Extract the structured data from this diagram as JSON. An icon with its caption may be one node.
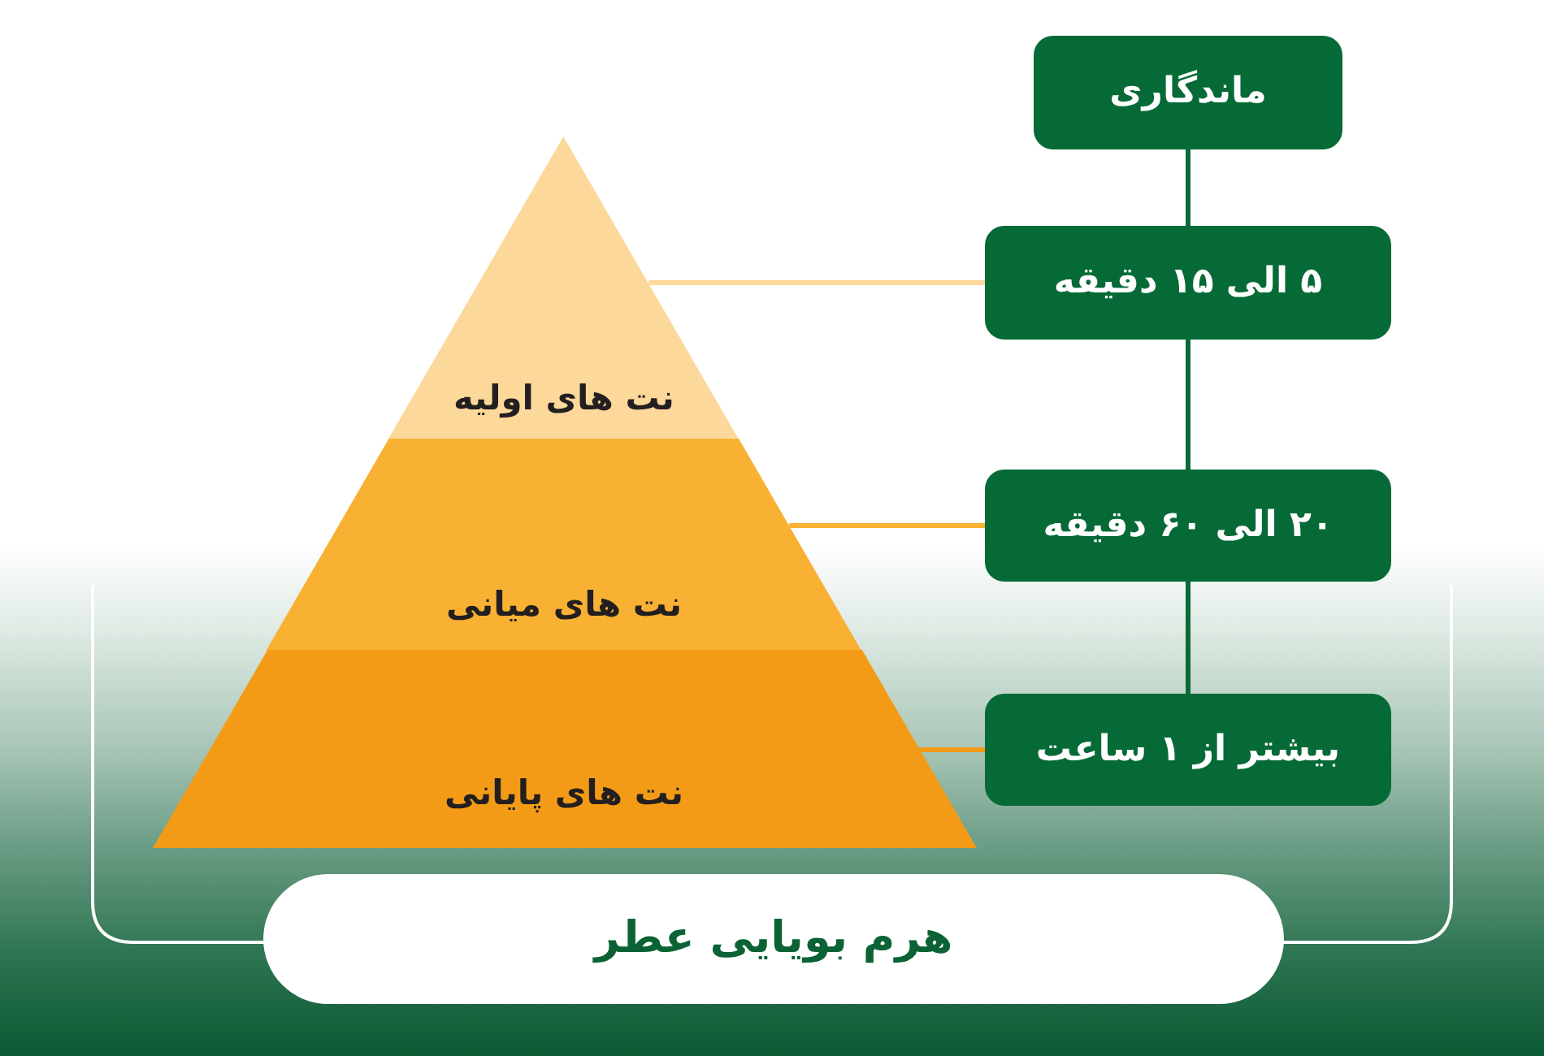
{
  "diagram": {
    "nodes": [
      {
        "text": [
          "ماندگاری"
        ]
      },
      {
        "text": [
          "۵ الی ۱۵ دقیقه"
        ]
      },
      {
        "text": [
          "۲۰ الی ۶۰ دقیقه"
        ]
      },
      {
        "text": [
          "بیشتر از ۱ ساعت"
        ]
      },
      {
        "text": [
          "نت های اولیه"
        ]
      },
      {
        "text": [
          "نت های میانی"
        ]
      },
      {
        "text": [
          "نت های پایانی"
        ]
      },
      {
        "text": [
          "هرم بویایی عطر"
        ]
      }
    ],
    "edges": [
      {
        "from": 0,
        "to": 1,
        "arrow": "none"
      },
      {
        "from": 1,
        "to": 2,
        "arrow": "none"
      },
      {
        "from": 2,
        "to": 3,
        "arrow": "none"
      },
      {
        "from": 4,
        "to": 1,
        "arrow": "none",
        "color": "#fdd89b"
      },
      {
        "from": 5,
        "to": 2,
        "arrow": "none",
        "color": "#f8b133"
      },
      {
        "from": 6,
        "to": 3,
        "arrow": "none",
        "color": "#f39b17"
      }
    ]
  }
}
